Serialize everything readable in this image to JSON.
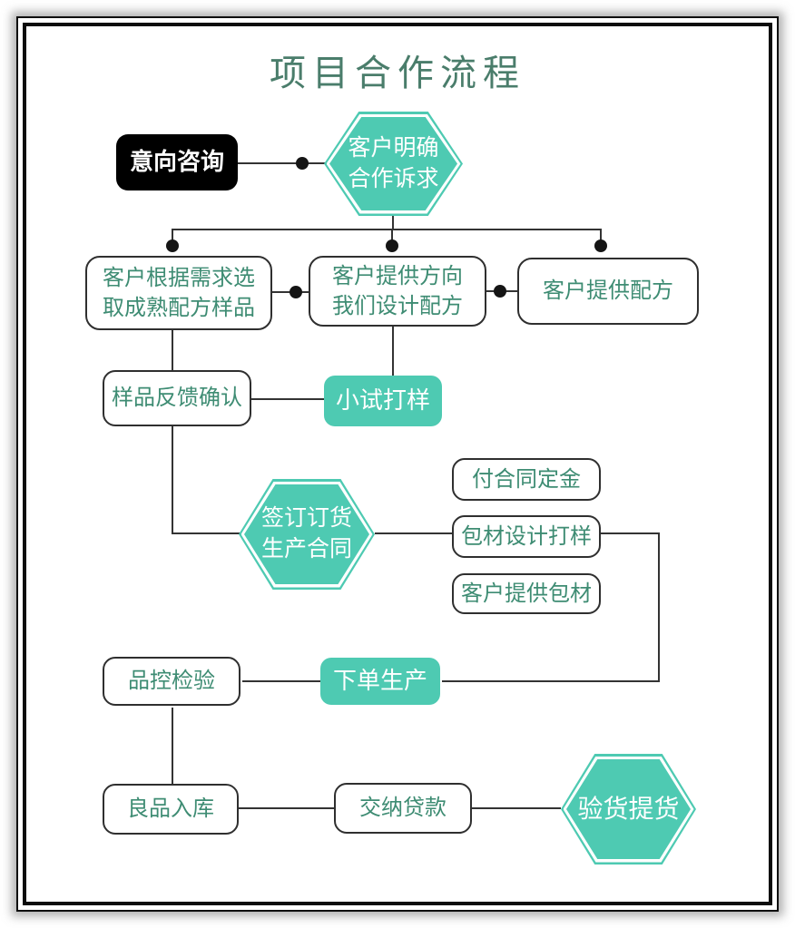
{
  "title": "项目合作流程",
  "colors": {
    "teal_fill": "#4ecab2",
    "box_text_green": "#3e8c73",
    "title_green": "#4a7d6b",
    "black_node": "#000000",
    "connector": "#333333"
  },
  "nodes": {
    "intent": {
      "label": "意向咨询"
    },
    "hex_demand": {
      "line1": "客户明确",
      "line2": "合作诉求"
    },
    "box_select": {
      "line1": "客户根据需求选",
      "line2": "取成熟配方样品"
    },
    "box_direction": {
      "line1": "客户提供方向",
      "line2": "我们设计配方"
    },
    "box_formula": {
      "label": "客户提供配方"
    },
    "box_feedback": {
      "label": "样品反馈确认"
    },
    "box_trial": {
      "label": "小试打样"
    },
    "hex_contract": {
      "line1": "签订订货",
      "line2": "生产合同"
    },
    "box_deposit": {
      "label": "付合同定金"
    },
    "box_pkg_design": {
      "label": "包材设计打样"
    },
    "box_pkg_supply": {
      "label": "客户提供包材"
    },
    "box_qc": {
      "label": "品控检验"
    },
    "box_production": {
      "label": "下单生产"
    },
    "box_warehouse": {
      "label": "良品入库"
    },
    "box_payment": {
      "label": "交纳贷款"
    },
    "hex_pickup": {
      "label": "验货提货"
    }
  }
}
